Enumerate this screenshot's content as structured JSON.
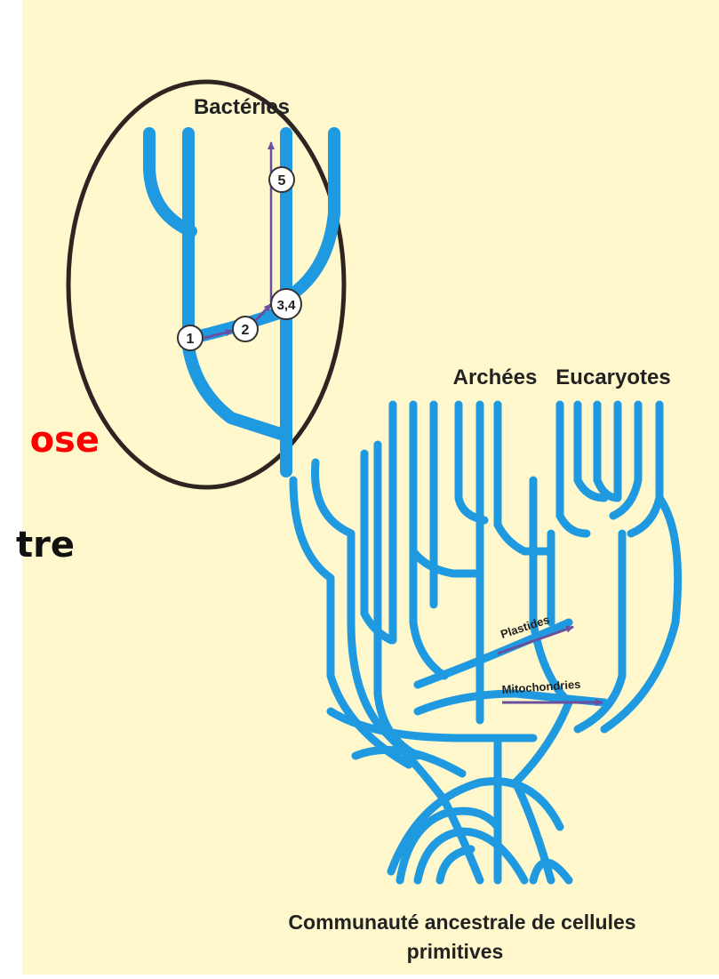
{
  "diagram": {
    "labels": {
      "bacteria": "Bactéries",
      "archaea": "Archées",
      "eukaryotes": "Eucaryotes",
      "plastids": "Plastides",
      "mitochondria": "Mitochondries",
      "ancestral_line1": "Communauté ancestrale de cellules",
      "ancestral_line2": "primitives"
    },
    "steps": [
      "1",
      "2",
      "3,4",
      "5"
    ],
    "partial_text": {
      "red": "ose",
      "black": "tre"
    },
    "colors": {
      "background": "#fff8cc",
      "branch": "#1f9ae0",
      "arrow": "#6a4fa0",
      "circle_border": "#2d2521",
      "red_text": "#ff0000"
    }
  }
}
